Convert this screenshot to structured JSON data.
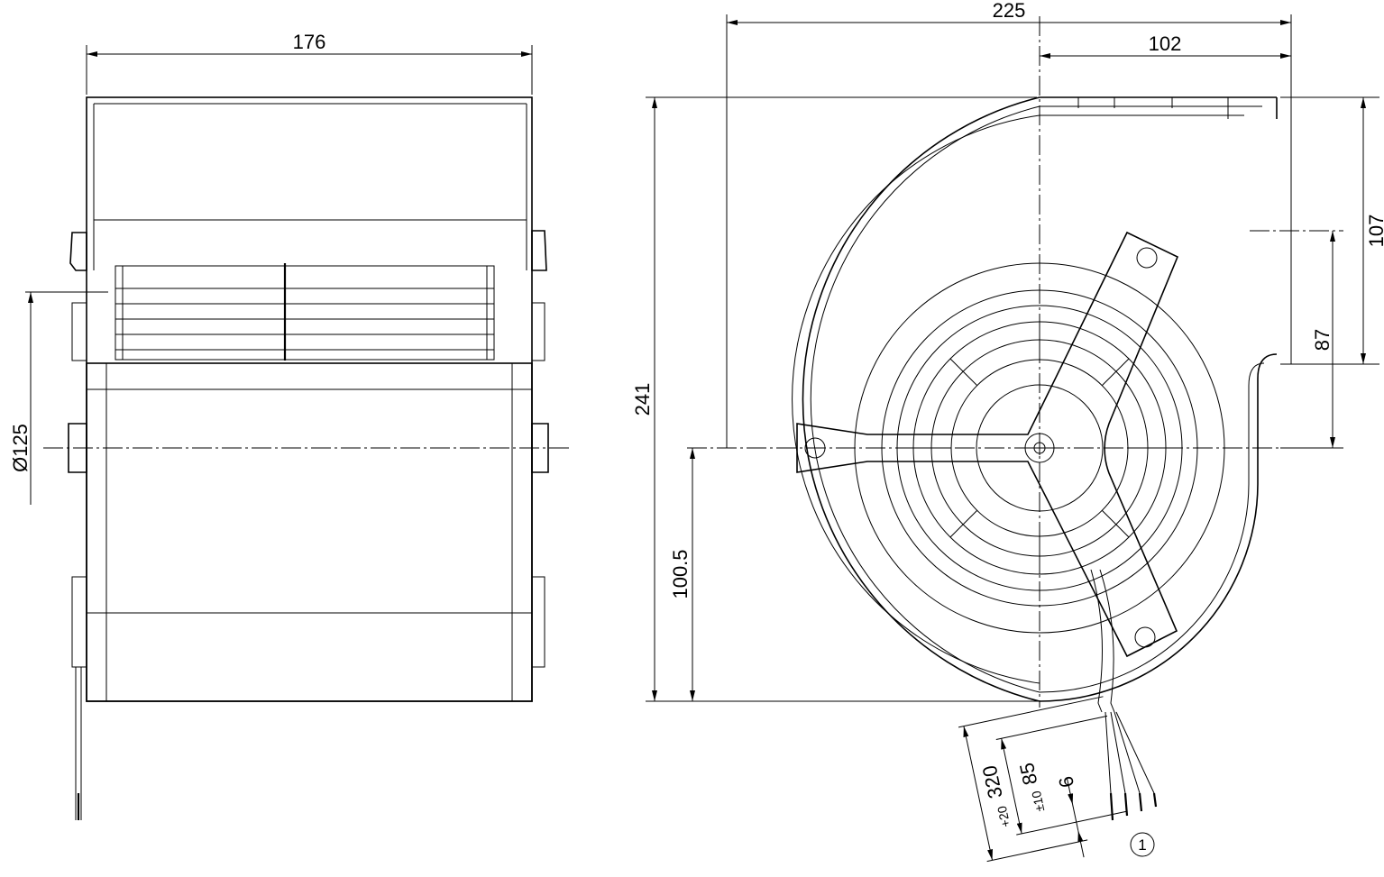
{
  "dimensions": {
    "side_width": "176",
    "inlet_diameter": "Ø125",
    "overall_width": "225",
    "outlet_offset": "102",
    "overall_height": "241",
    "outlet_height": "107",
    "outlet_to_axis": "87",
    "axis_height": "100.5",
    "cable_length": "320",
    "cable_length_tol": "+20",
    "cable_strip": "85",
    "cable_strip_tol": "±10",
    "wire_strip": "6"
  },
  "callouts": {
    "cable_item": "1"
  }
}
